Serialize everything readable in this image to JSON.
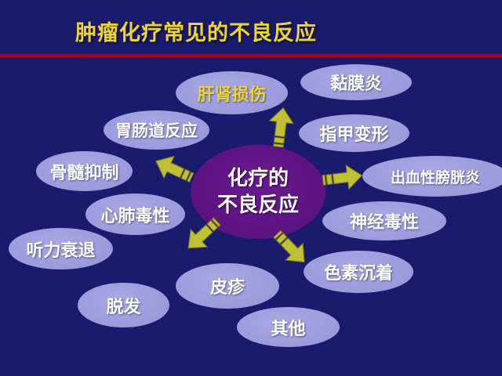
{
  "slide": {
    "title": "肿瘤化疗常见的不良反应"
  },
  "center_node": {
    "line1": "化疗的",
    "line2": "不良反应"
  },
  "nodes": [
    {
      "label": "肝肾损伤",
      "emphasis": "yellow"
    },
    {
      "label": "黏膜炎",
      "emphasis": "none"
    },
    {
      "label": "指甲变形",
      "emphasis": "none"
    },
    {
      "label": "出血性膀胱炎",
      "emphasis": "none"
    },
    {
      "label": "神经毒性",
      "emphasis": "none"
    },
    {
      "label": "色素沉着",
      "emphasis": "none"
    },
    {
      "label": "其他",
      "emphasis": "none"
    },
    {
      "label": "皮疹",
      "emphasis": "none"
    },
    {
      "label": "脱发",
      "emphasis": "none"
    },
    {
      "label": "听力衰退",
      "emphasis": "none"
    },
    {
      "label": "心肺毒性",
      "emphasis": "none"
    },
    {
      "label": "骨髓抑制",
      "emphasis": "none"
    },
    {
      "label": "胃肠道反应",
      "emphasis": "none"
    }
  ],
  "arrows": [
    {
      "name": "arrow-up-to-liver-kidney",
      "direction": "up"
    },
    {
      "name": "arrow-upper-left-to-marrow",
      "direction": "upper-left"
    },
    {
      "name": "arrow-right-to-cystitis",
      "direction": "right"
    },
    {
      "name": "arrow-lower-left-to-rash",
      "direction": "lower-left"
    },
    {
      "name": "arrow-lower-right-to-pigment",
      "direction": "lower-right"
    }
  ],
  "colors": {
    "background": "#1b1b6e",
    "node_fill": "#9d9dde",
    "center_fill": "#5c1480",
    "title_text": "#edd62f",
    "divider": "#ad0018",
    "arrow_fill": "#c0c036",
    "node_text": "#ffffff",
    "highlight_text": "#eed430"
  }
}
